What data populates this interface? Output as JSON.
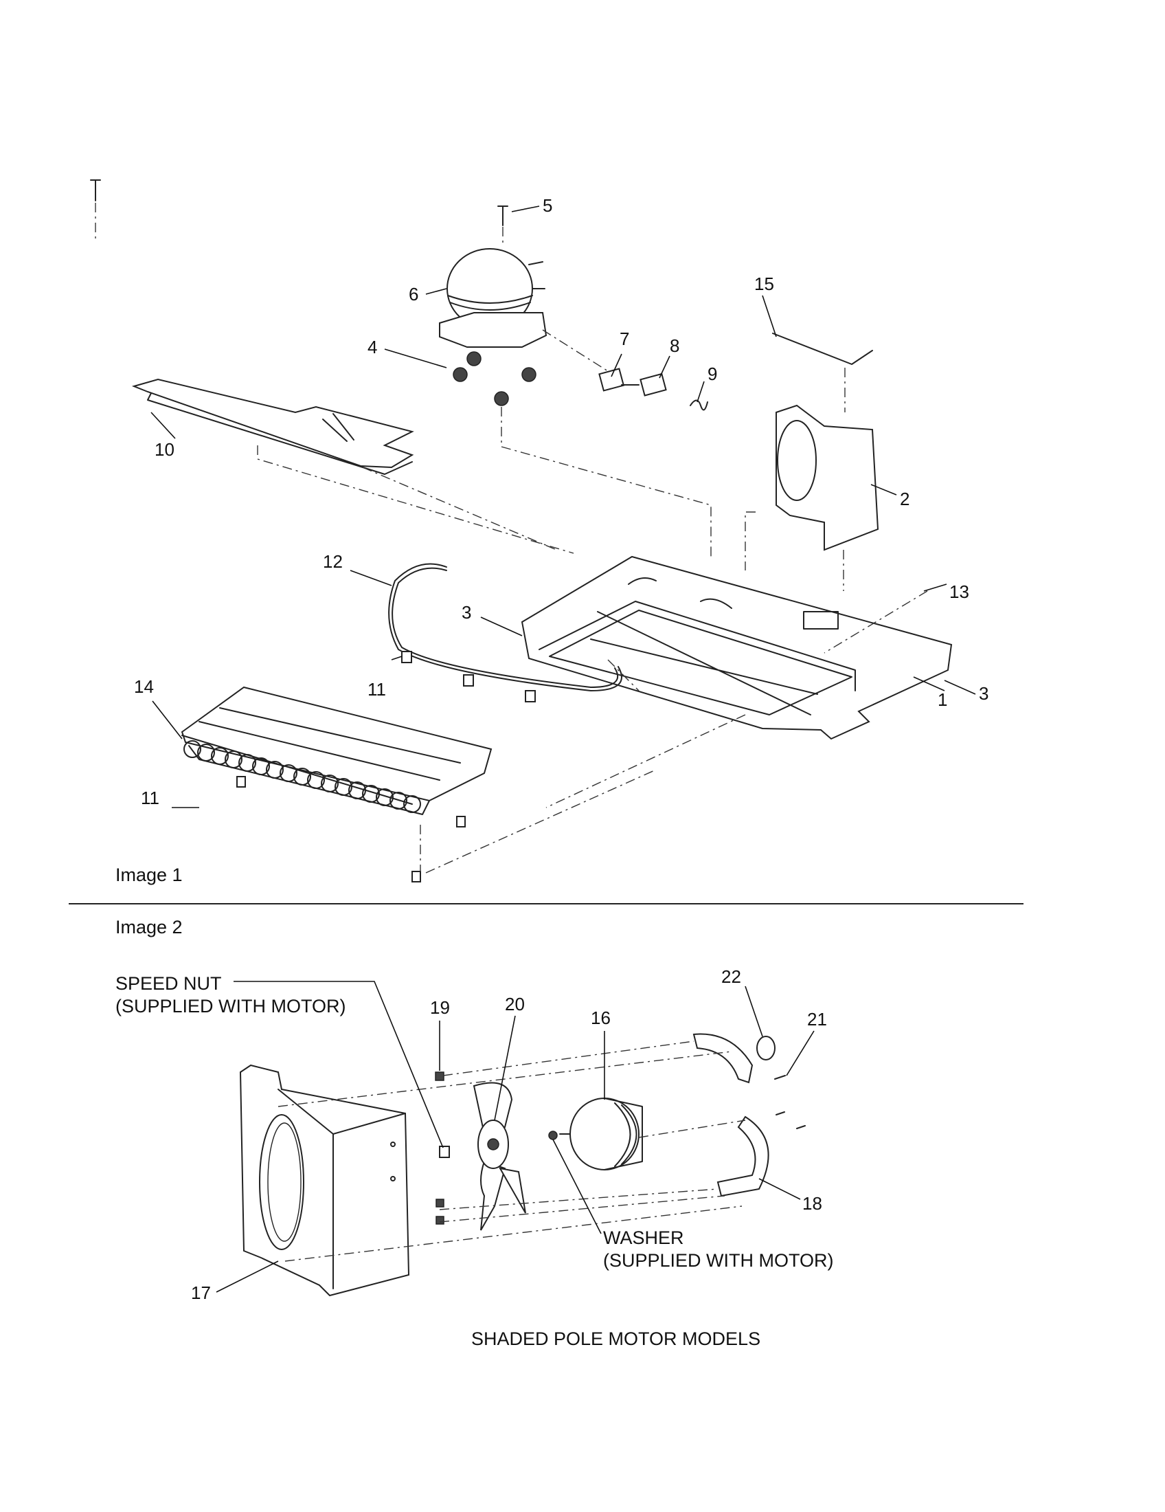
{
  "image1": {
    "caption": "Image 1",
    "callouts": [
      "1",
      "2",
      "3",
      "3",
      "3",
      "4",
      "5",
      "6",
      "7",
      "8",
      "9",
      "10",
      "11",
      "11",
      "12",
      "13",
      "14",
      "15"
    ]
  },
  "image2": {
    "caption": "Image 2",
    "callouts": [
      "16",
      "17",
      "18",
      "19",
      "20",
      "21",
      "22"
    ],
    "notes": {
      "speed_nut_line1": "SPEED NUT",
      "speed_nut_line2": "(SUPPLIED WITH MOTOR)",
      "washer_line1": "WASHER",
      "washer_line2": "(SUPPLIED WITH MOTOR)"
    },
    "title": "SHADED POLE MOTOR MODELS"
  }
}
